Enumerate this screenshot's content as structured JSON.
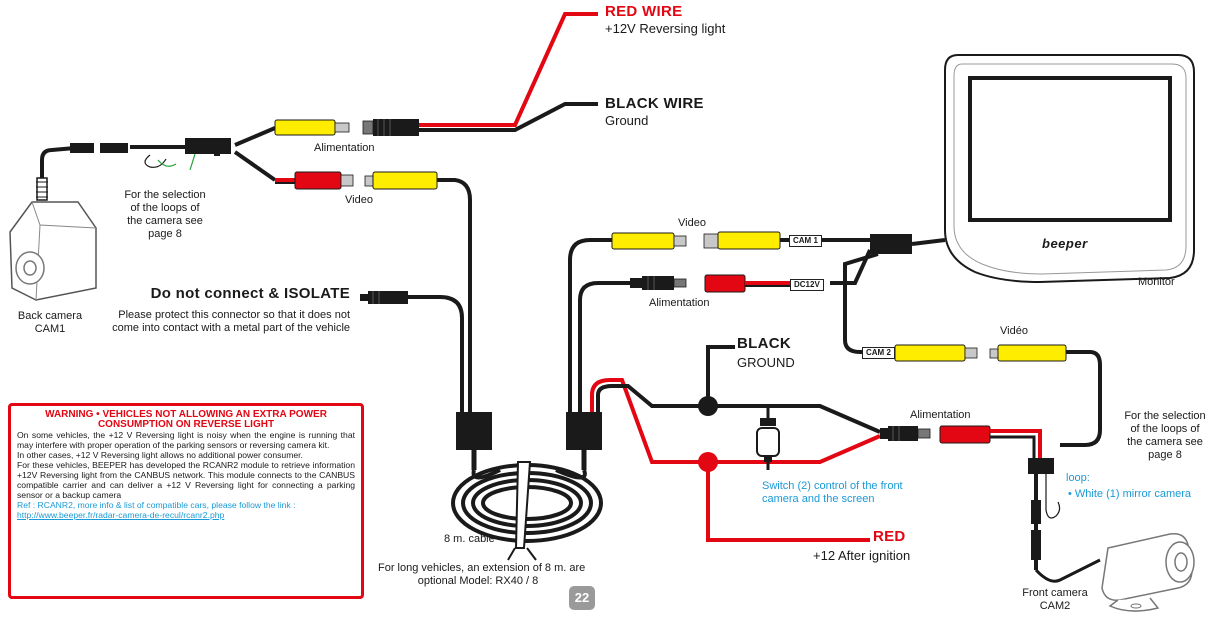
{
  "colors": {
    "red": "#e30613",
    "black": "#1a1a1a",
    "yellow": "#ffed00",
    "blue": "#1a9ad6",
    "grey": "#9a9a9a"
  },
  "icons": {
    "back_camera": "camera-icon",
    "front_camera": "camera-icon",
    "monitor": "monitor-icon",
    "cable_coil": "cable-coil-icon",
    "switch": "switch-icon"
  },
  "labels": {
    "red_wire_title": "RED WIRE",
    "red_wire_desc": "+12V Reversing light",
    "black_wire_title": "BLACK WIRE",
    "black_wire_desc": "Ground",
    "alimentation_top": "Alimentation",
    "video_top": "Video",
    "loops_back": [
      "For the selection",
      "of the loops of",
      "the camera see",
      "page 8"
    ],
    "back_camera": [
      "Back camera",
      "CAM1"
    ],
    "do_not_connect": "Do not connect & ISOLATE",
    "protect_note": [
      "Please protect this connector so that it does not",
      "come into contact with a metal part of the vehicle"
    ],
    "video_mid": "Video",
    "cam1_tag": "CAM 1",
    "dc12v_tag": "DC12V",
    "alimentation_mid": "Alimentation",
    "monitor_brand": "beeper",
    "monitor": "Monitor",
    "cam2_tag": "CAM 2",
    "video_right": "Vidéo",
    "black_ground_title": "BLACK",
    "black_ground_desc": "GROUND",
    "alimentation_right": "Alimentation",
    "loops_front": [
      "For the selection",
      "of the loops of",
      "the camera see",
      "page 8"
    ],
    "loop_title": "loop:",
    "loop_item": "• White (1) mirror camera",
    "switch": [
      "Switch (2) control of the front",
      "camera and the screen"
    ],
    "red_ignition_title": "RED",
    "red_ignition_desc": "+12 After ignition",
    "cable": "8 m. cable",
    "long_vehicles": [
      "For long vehicles, an extension of 8 m. are",
      "optional Model: RX40 / 8"
    ],
    "front_camera": [
      "Front camera",
      "CAM2"
    ],
    "page_number": "22"
  },
  "warning": {
    "title": [
      "WARNING • VEHICLES NOT ALLOWING AN EXTRA POWER",
      "CONSUMPTION ON REVERSE LIGHT"
    ],
    "p1": "On some vehicles, the +12 V Reversing light is noisy when the engine is running that may interfere with proper operation of the parking sensors or reversing camera kit.",
    "p2": "In other cases, +12 V Reversing light allows no additional power consumer.",
    "p3": "For these vehicles, BEEPER has developed the RCANR2 module to retrieve information +12V Reversing light from the CANBUS network. This module connects to the CANBUS compatible carrier and can deliver a +12 V Reversing light for connecting a parking sensor or a backup camera",
    "ref": "Ref : RCANR2, more info & list of compatible cars, please follow the link :",
    "url": "http://www.beeper.fr/radar-camera-de-recul/rcanr2.php"
  }
}
